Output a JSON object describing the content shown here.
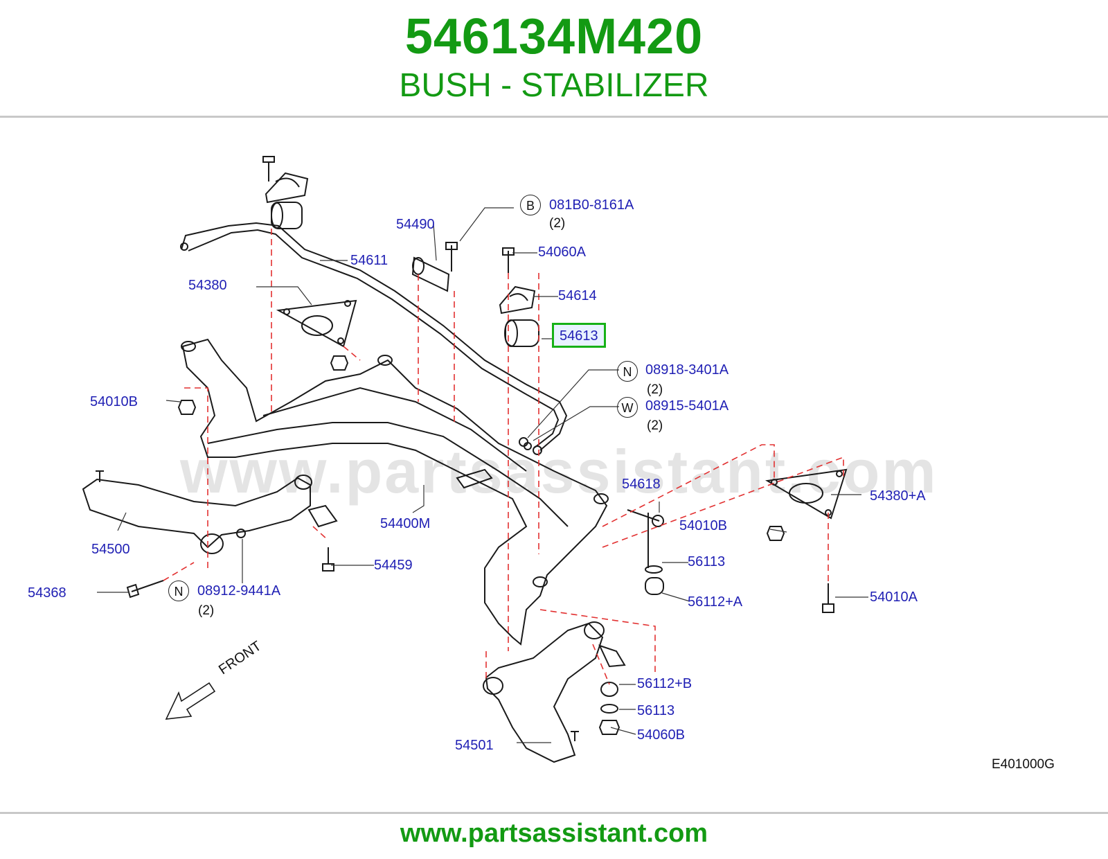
{
  "header": {
    "part_number": "546134M420",
    "part_name": "BUSH - STABILIZER"
  },
  "footer": {
    "url": "www.partsassistant.com"
  },
  "watermark": "www.partsassistant.com",
  "diagram": {
    "code": "E401000G",
    "front_label": "FRONT",
    "highlight_color": "#16b116",
    "labels": {
      "l54490": "54490",
      "l081B0": "081B0-8161A",
      "q081B0": "(2)",
      "l54060A": "54060A",
      "l54611": "54611",
      "l54380": "54380",
      "l54614": "54614",
      "l54613": "54613",
      "l08918": "08918-3401A",
      "q08918": "(2)",
      "l08915": "08915-5401A",
      "q08915": "(2)",
      "l54010B_left": "54010B",
      "l54618": "54618",
      "l54380A": "54380+A",
      "l54010B_right": "54010B",
      "l54400M": "54400M",
      "l54500": "54500",
      "l56113_top": "56113",
      "l56112A": "56112+A",
      "l54459": "54459",
      "l54368": "54368",
      "l08912": "08912-9441A",
      "q08912": "(2)",
      "l54010A": "54010A",
      "l56112B": "56112+B",
      "l56113_bottom": "56113",
      "l54060B": "54060B",
      "l54501": "54501"
    },
    "circles": {
      "b": "B",
      "n_top": "N",
      "w": "W",
      "n_bottom": "N"
    }
  }
}
